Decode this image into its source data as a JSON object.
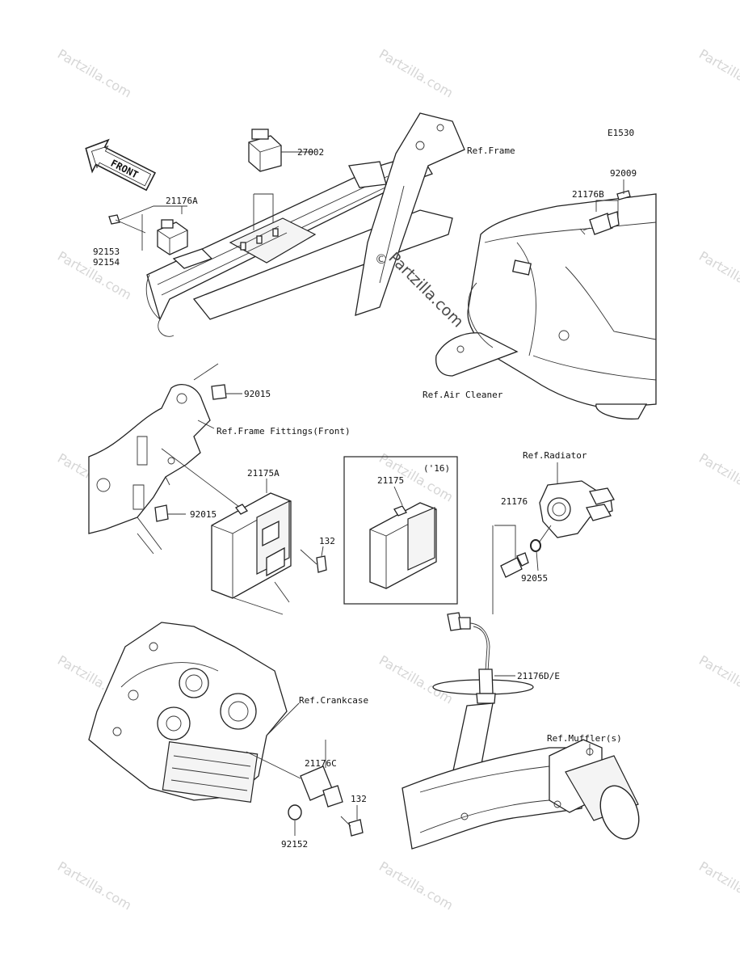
{
  "diagram_code": "E1530",
  "front_arrow_label": "FRONT",
  "watermarks": {
    "text": "Partzilla.com",
    "center_text": "Partzilla.com"
  },
  "labels": {
    "p27002": "27002",
    "ref_frame": "Ref.Frame",
    "p92009": "92009",
    "p21176B": "21176B",
    "p21176A": "21176A",
    "p92153": "92153",
    "p92154": "92154",
    "ref_air_cleaner": "Ref.Air Cleaner",
    "p92015_top": "92015",
    "ref_frame_fittings": "Ref.Frame Fittings(Front)",
    "p21175A": "21175A",
    "p92015_bottom": "92015",
    "p132_top": "132",
    "year_note": "('16)",
    "p21175": "21175",
    "ref_radiator": "Ref.Radiator",
    "p21176": "21176",
    "p92055": "92055",
    "p21176DE": "21176D/E",
    "ref_crankcase": "Ref.Crankcase",
    "ref_muffler": "Ref.Muffler(s)",
    "p21176C": "21176C",
    "p132_bottom": "132",
    "p92152": "92152"
  }
}
